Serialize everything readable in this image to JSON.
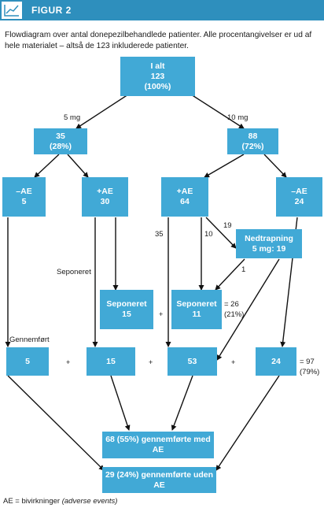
{
  "header": {
    "title": "FIGUR 2",
    "icon": "line-chart-icon"
  },
  "caption": "Flowdiagram over antal donepezilbehandlede patienter. Alle procentangivelser er ud af hele materialet – altså de 123 inkluderede patienter.",
  "nodes": {
    "total": {
      "l1": "I alt",
      "l2": "123",
      "l3": "(100%)"
    },
    "mg5": {
      "l1": "35",
      "l2": "(28%)"
    },
    "mg10": {
      "l1": "88",
      "l2": "(72%)"
    },
    "ae_neg_5": {
      "l1": "–AE",
      "l2": "5"
    },
    "ae_pos_5": {
      "l1": "+AE",
      "l2": "30"
    },
    "ae_pos_10": {
      "l1": "+AE",
      "l2": "64"
    },
    "ae_neg_10": {
      "l1": "–AE",
      "l2": "24"
    },
    "taper": {
      "l1": "Nedtrapning",
      "l2": "5 mg: 19"
    },
    "discontinued_a": {
      "l1": "Seponeret",
      "l2": "15"
    },
    "discontinued_b": {
      "l1": "Seponeret",
      "l2": "11"
    },
    "completed_1": {
      "l1": "5"
    },
    "completed_2": {
      "l1": "15"
    },
    "completed_3": {
      "l1": "53"
    },
    "completed_4": {
      "l1": "24"
    },
    "result_with_ae": {
      "l1": "68 (55%) gennemførte med AE"
    },
    "result_without_ae": {
      "l1": "29 (24%) gennemførte uden AE"
    }
  },
  "labels": {
    "dose5": "5 mg",
    "dose10": "10 mg",
    "n35": "35",
    "n10": "10",
    "n19": "19",
    "n1": "1",
    "seponeret": "Seponeret",
    "gennemfort": "Gennemført",
    "sum26_a": "= 26",
    "sum26_b": "(21%)",
    "sum97_a": "= 97",
    "sum97_b": "(79%)",
    "plus": "+"
  },
  "footer": {
    "prefix": "AE = bivirkninger ",
    "italic": "(adverse events)"
  },
  "colors": {
    "node": "#41a9d6",
    "header": "#2e8fbd"
  }
}
